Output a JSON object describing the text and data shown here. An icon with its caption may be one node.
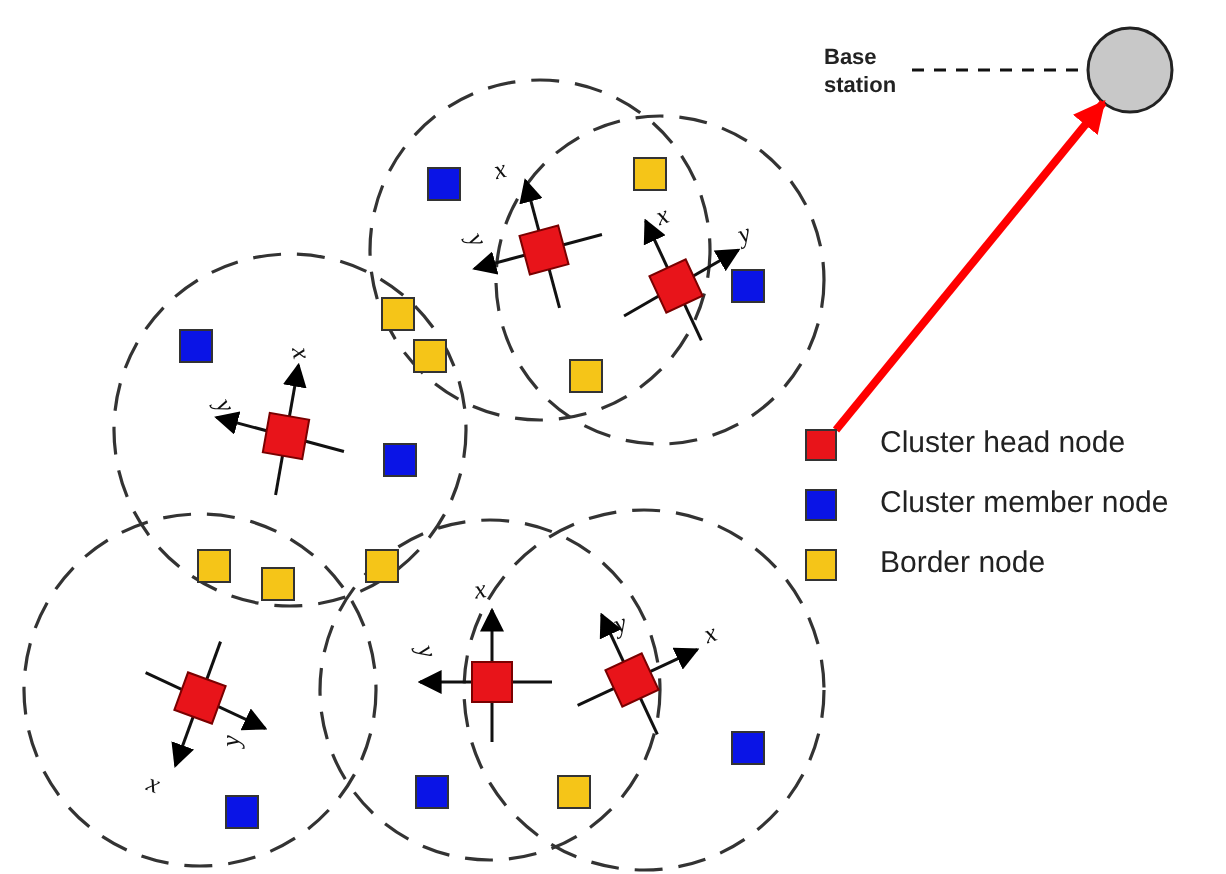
{
  "diagram": {
    "nodes": [
      {
        "text": [
          "Base station"
        ]
      },
      {
        "text": [],
        "shape": "circle"
      },
      {
        "text": [],
        "shape": "box"
      }
    ],
    "edges": [
      {
        "from": 0,
        "to": 1,
        "arrow": "none",
        "style": "dashed"
      },
      {
        "from": 2,
        "to": 1,
        "arrow": "to",
        "style": "thick",
        "color": "#ff0000"
      }
    ],
    "labels": [
      "x",
      "x",
      "y",
      "y",
      "x",
      "y",
      "x",
      "y",
      "x",
      "y",
      "y",
      "x"
    ],
    "legend": [
      {
        "text": "Cluster head node",
        "color": "#e8141a"
      },
      {
        "text": "Cluster member node",
        "color": "#0a14e6"
      },
      {
        "text": "Border node",
        "color": "#f5c518"
      }
    ]
  }
}
